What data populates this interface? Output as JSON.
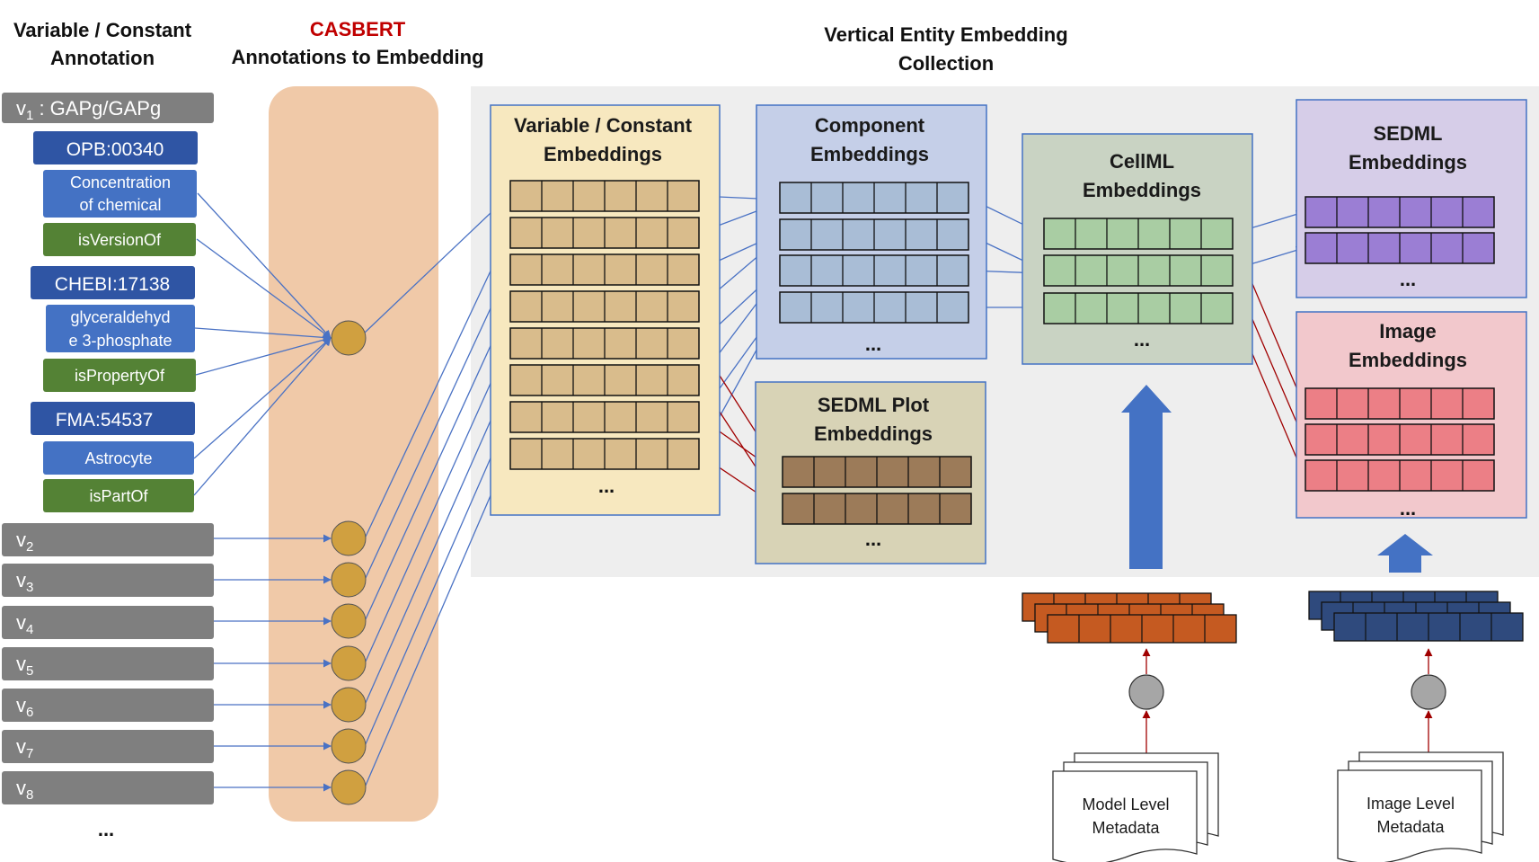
{
  "headers": {
    "annotation": [
      "Variable / Constant",
      "Annotation"
    ],
    "casbert": "CASBERT",
    "casbert_sub": "Annotations to Embedding",
    "collection": [
      "Vertical Entity Embedding",
      "Collection"
    ]
  },
  "v1": {
    "label": "v",
    "sub": "1",
    "rest": " : GAPg/GAPg"
  },
  "ontologies": [
    {
      "id": "OPB:00340",
      "terms": [
        {
          "lines": [
            "Concentration",
            "of chemical"
          ]
        }
      ],
      "predicate": "isVersionOf"
    },
    {
      "id": "CHEBI:17138",
      "terms": [
        {
          "lines": [
            "glyceraldehyd",
            "e 3-phosphate"
          ]
        }
      ],
      "predicate": "isPropertyOf"
    },
    {
      "id": "FMA:54537",
      "terms": [
        {
          "lines": [
            "Astrocyte"
          ]
        }
      ],
      "predicate": "isPartOf"
    }
  ],
  "variables": [
    {
      "label": "v",
      "sub": "2"
    },
    {
      "label": "v",
      "sub": "3"
    },
    {
      "label": "v",
      "sub": "4"
    },
    {
      "label": "v",
      "sub": "5"
    },
    {
      "label": "v",
      "sub": "6"
    },
    {
      "label": "v",
      "sub": "7"
    },
    {
      "label": "v",
      "sub": "8"
    }
  ],
  "ellipsis": "...",
  "panels": {
    "varconst": [
      "Variable / Constant",
      "Embeddings"
    ],
    "component": [
      "Component",
      "Embeddings"
    ],
    "sedml_plot": [
      "SEDML Plot",
      "Embeddings"
    ],
    "cellml": [
      "CellML",
      "Embeddings"
    ],
    "sedml": [
      "SEDML",
      "Embeddings"
    ],
    "image": [
      "Image",
      "Embeddings"
    ]
  },
  "metadata": {
    "model": [
      "Model Level",
      "Metadata"
    ],
    "image": [
      "Image Level",
      "Metadata"
    ]
  },
  "colors": {
    "gray_box": "#7f7f7f",
    "ontology_id": "#2f55a4",
    "ontology_term": "#4472c4",
    "predicate": "#548235",
    "casbert_panel": "#f0c9a8",
    "node": "#d0a040",
    "collection_bg": "#eeeeee",
    "varconst_panel": "#f7e8bf",
    "varconst_cell": "#d9bc8c",
    "component_panel": "#c5cfe8",
    "component_cell": "#a9bdd6",
    "sedml_plot_panel": "#d8d3b6",
    "sedml_plot_cell": "#9c7b59",
    "cellml_panel": "#c9d3c3",
    "cellml_cell": "#a9cda3",
    "sedml_panel": "#d6cde8",
    "sedml_cell": "#9b7ed4",
    "image_panel": "#f2c8cc",
    "image_cell": "#ec7f86",
    "arrow_blue": "#4472c4",
    "model_stack": "#c55a21",
    "image_stack": "#2f4a7d"
  }
}
